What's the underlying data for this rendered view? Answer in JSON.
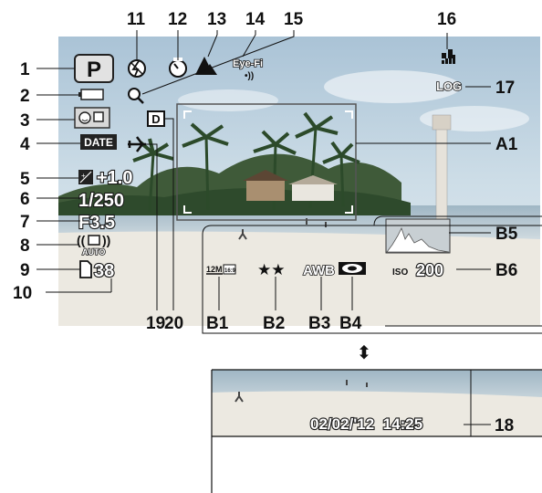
{
  "callouts": {
    "n1": "1",
    "n2": "2",
    "n3": "3",
    "n4": "4",
    "n5": "5",
    "n6": "6",
    "n7": "7",
    "n8": "8",
    "n9": "9",
    "n10": "10",
    "n11": "11",
    "n12": "12",
    "n13": "13",
    "n14": "14",
    "n15": "15",
    "n16": "16",
    "n17": "17",
    "n18": "18",
    "n19": "19",
    "n20": "20",
    "a1": "A1",
    "b1": "B1",
    "b2": "B2",
    "b3": "B3",
    "b4": "B4",
    "b5": "B5",
    "b6": "B6"
  },
  "display": {
    "mode": "P",
    "date_badge": "DATE",
    "ev": "+1.0",
    "shutter": "1/250",
    "aperture": "F3.5",
    "auto": "AUTO",
    "shots_remaining": "38",
    "eyefi": "Eye-Fi",
    "log": "LOG",
    "d_badge": "D",
    "resolution": "12M",
    "aspect": "16:9",
    "quality": "★★",
    "white_balance": "AWB",
    "iso_label": "ISO",
    "iso_value": "200",
    "datetime": "02/02/'12  14:25"
  },
  "switch_arrow": "⬍"
}
